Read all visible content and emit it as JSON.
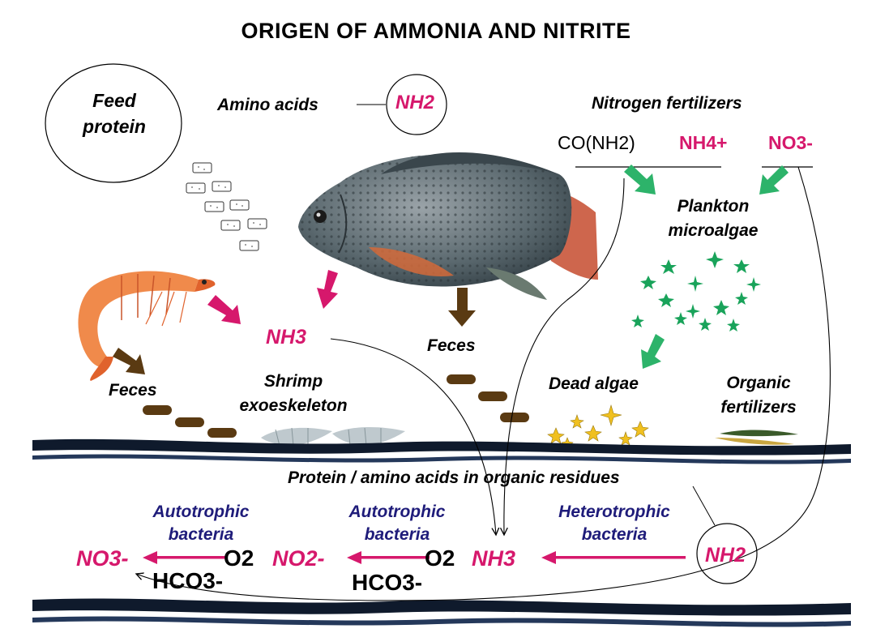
{
  "title": "ORIGEN OF AMMONIA AND NITRITE",
  "nodes": {
    "feed_protein": "Feed protein",
    "amino_acids": "Amino acids",
    "nh2_top": "NH2",
    "nitrogen_fertilizers": "Nitrogen fertilizers",
    "urea": "CO(NH2)",
    "ammonium": "NH4+",
    "nitrate_top": "NO3-",
    "plankton": "Plankton microalgae",
    "nh3_top": "NH3",
    "feces_fish": "Feces",
    "feces_shrimp": "Feces",
    "shrimp_exoskeleton": "Shrimp exoeskeleton",
    "dead_algae": "Dead algae",
    "organic_fertilizers": "Organic fertilizers",
    "organic_residues": "Protein / amino acids in organic residues",
    "auto_bacteria_1": "Autotrophic bacteria",
    "auto_bacteria_2": "Autotrophic bacteria",
    "hetero_bacteria": "Heterotrophic bacteria",
    "no3_bottom": "NO3-",
    "no2_bottom": "NO2-",
    "nh3_bottom": "NH3",
    "nh2_bottom": "NH2",
    "o2_1": "O2",
    "o2_2": "O2",
    "hco3_1": "HCO3-",
    "hco3_2": "HCO3-"
  },
  "colors": {
    "magenta": "#d6186c",
    "navy": "#1f1c7a",
    "brown": "#5a3a12",
    "green": "#2db36a",
    "sediment": "#111b2e"
  },
  "icons": [
    "fish-illustration",
    "shrimp-illustration",
    "feed-pellets-icon",
    "microalgae-icon",
    "dead-algae-icon",
    "fertilizer-leaves-icon",
    "exoskeleton-icon"
  ]
}
